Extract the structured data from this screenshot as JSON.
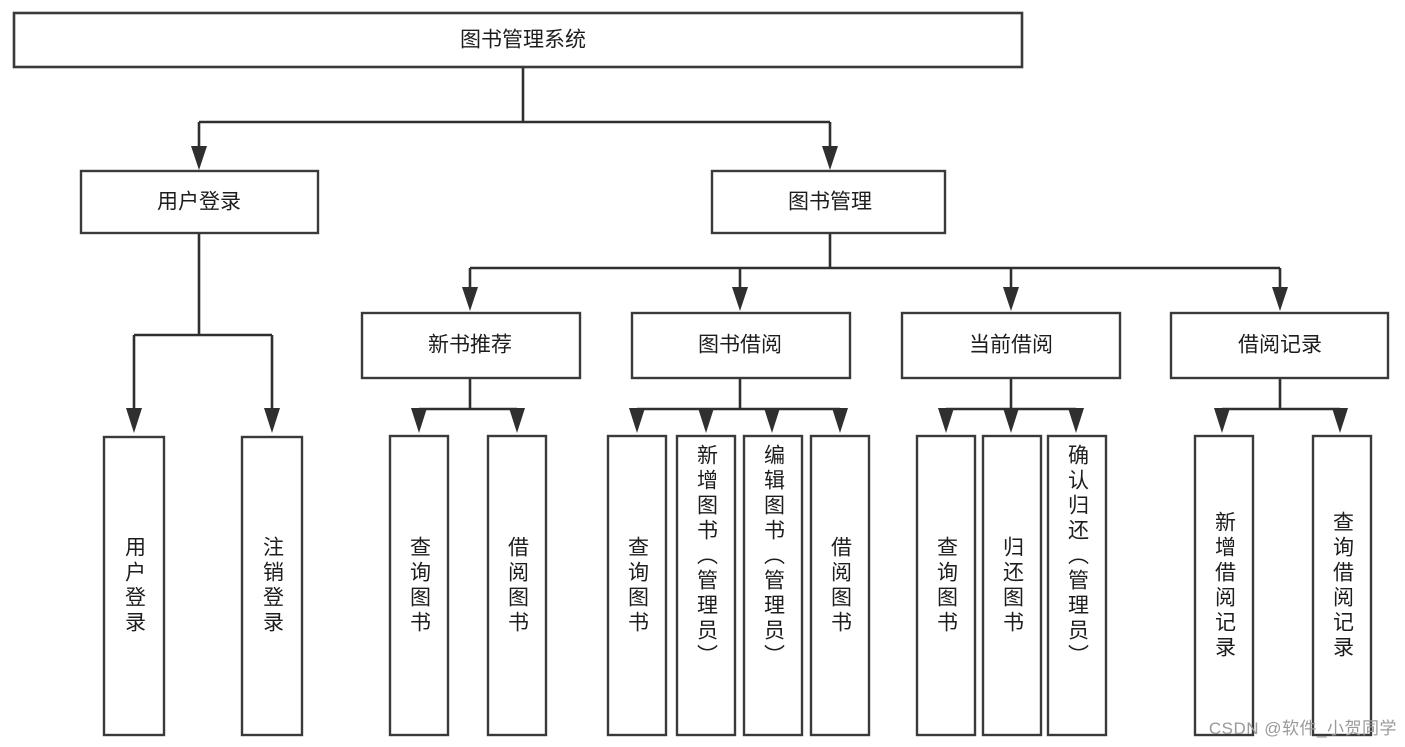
{
  "diagram": {
    "type": "tree-hierarchy",
    "title": "图书管理系统",
    "watermark": "CSDN @软件_小贺同学",
    "colors": {
      "box_stroke": "#3a3a3a",
      "connector": "#2f2f2f",
      "background": "#ffffff",
      "text": "#1d1d1d",
      "watermark": "#9a9a9a"
    },
    "root": {
      "label": "图书管理系统",
      "orientation": "horizontal"
    },
    "level2": [
      {
        "label": "用户登录",
        "orientation": "horizontal"
      },
      {
        "label": "图书管理",
        "orientation": "horizontal"
      }
    ],
    "level3": [
      {
        "label": "新书推荐",
        "orientation": "horizontal"
      },
      {
        "label": "图书借阅",
        "orientation": "horizontal"
      },
      {
        "label": "当前借阅",
        "orientation": "horizontal"
      },
      {
        "label": "借阅记录",
        "orientation": "horizontal"
      }
    ],
    "leaves": {
      "user_login": [
        {
          "label": "用户登录",
          "orientation": "vertical"
        },
        {
          "label": "注销登录",
          "orientation": "vertical"
        }
      ],
      "new_book_recommend": [
        {
          "label": "查询图书",
          "orientation": "vertical"
        },
        {
          "label": "借阅图书",
          "orientation": "vertical"
        }
      ],
      "book_borrow": [
        {
          "label": "查询图书",
          "orientation": "vertical"
        },
        {
          "label": "新增图书（管理员）",
          "orientation": "vertical"
        },
        {
          "label": "编辑图书（管理员）",
          "orientation": "vertical"
        },
        {
          "label": "借阅图书",
          "orientation": "vertical"
        }
      ],
      "current_borrow": [
        {
          "label": "查询图书",
          "orientation": "vertical"
        },
        {
          "label": "归还图书",
          "orientation": "vertical"
        },
        {
          "label": "确认归还（管理员）",
          "orientation": "vertical"
        }
      ],
      "borrow_record": [
        {
          "label": "新增借阅记录",
          "orientation": "vertical"
        },
        {
          "label": "查询借阅记录",
          "orientation": "vertical"
        }
      ]
    }
  }
}
